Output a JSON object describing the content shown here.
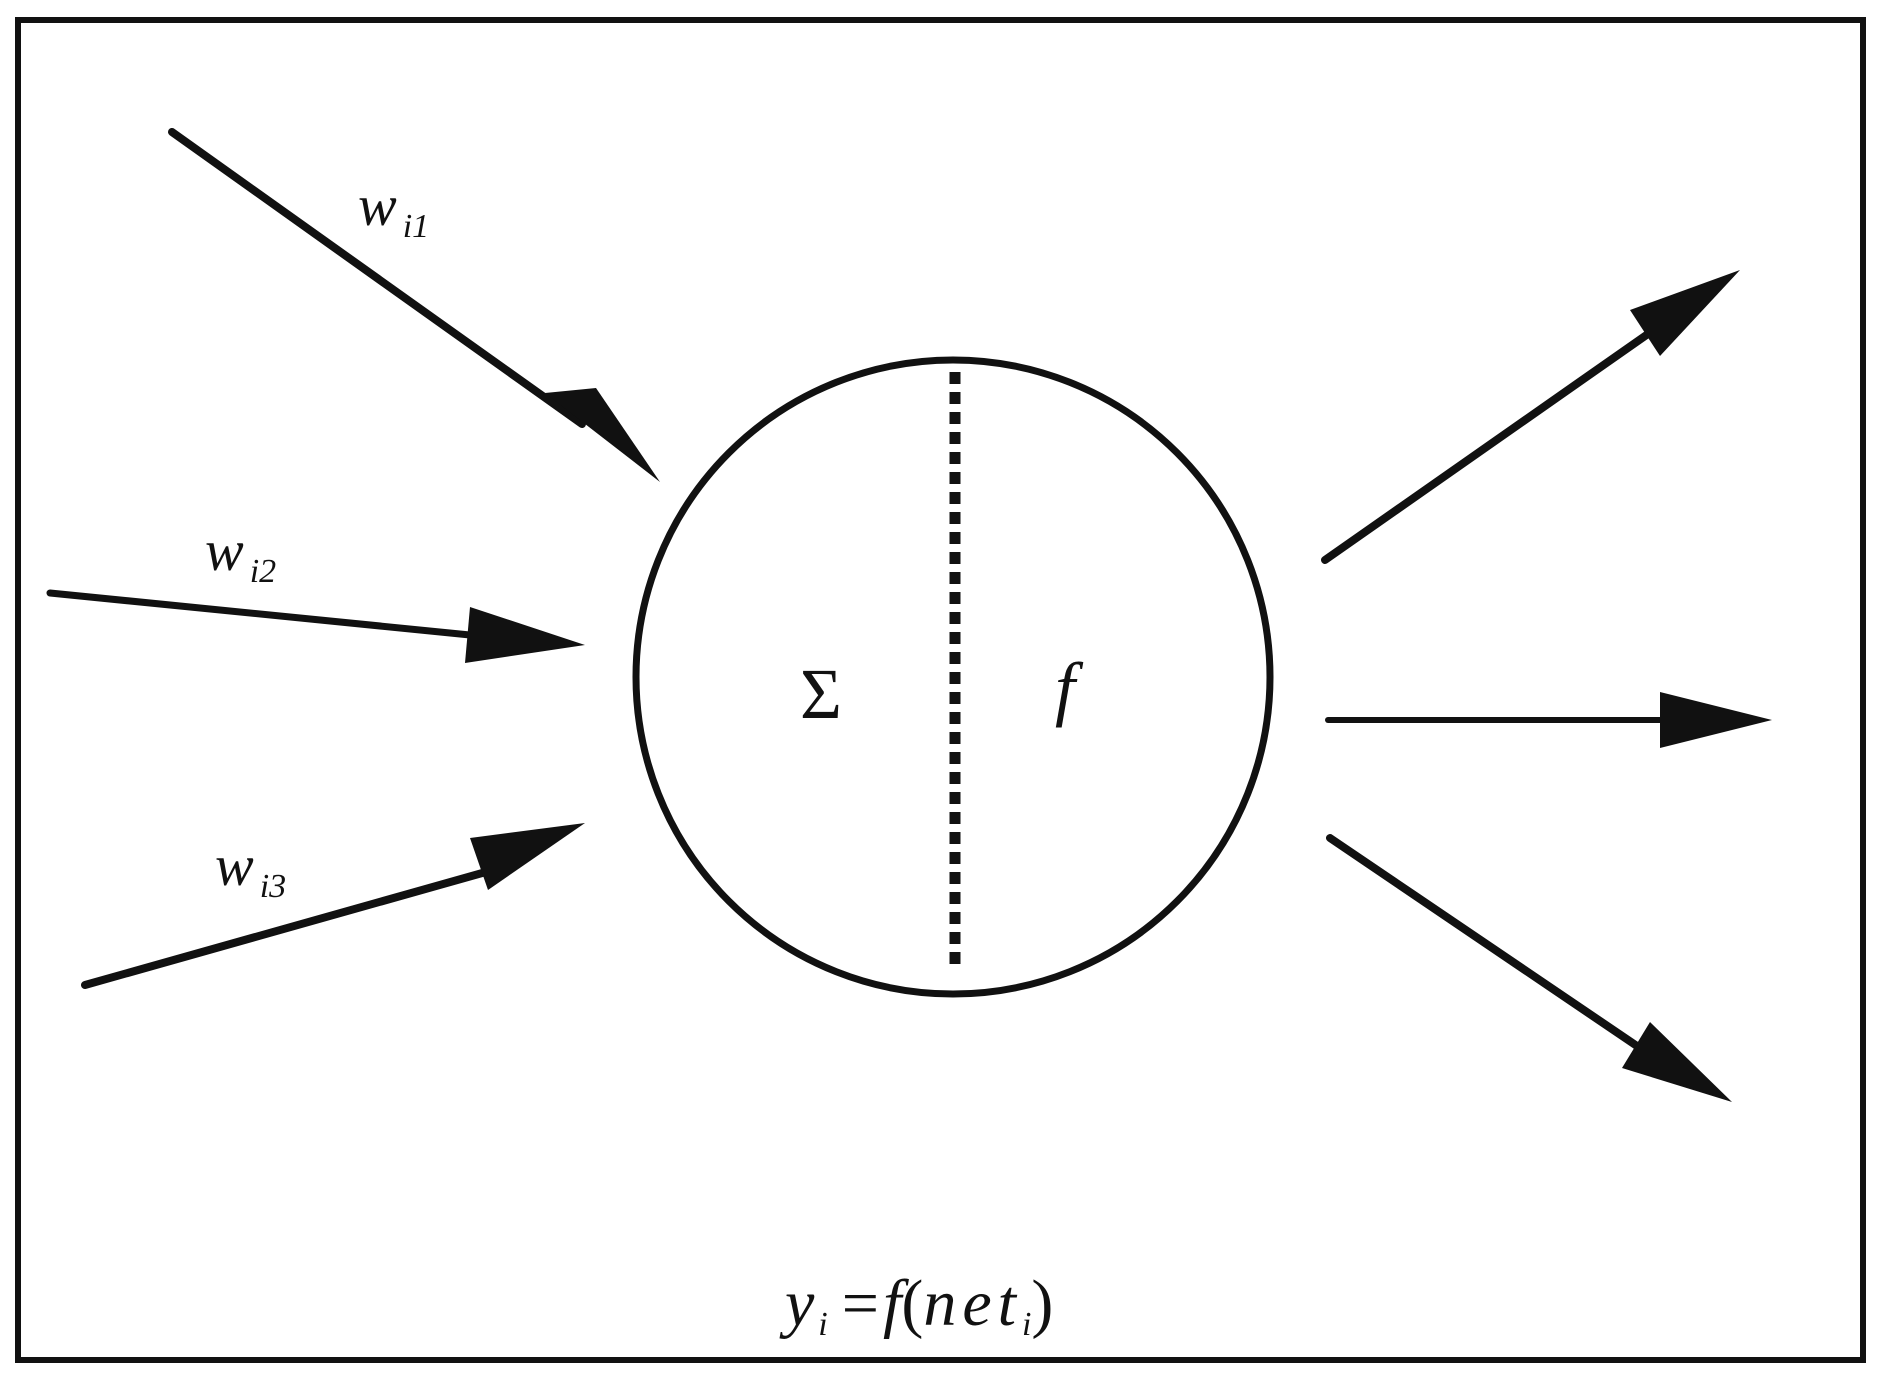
{
  "diagram": {
    "inputs": [
      {
        "weight_symbol": "w",
        "weight_sub": "i1"
      },
      {
        "weight_symbol": "w",
        "weight_sub": "i2"
      },
      {
        "weight_symbol": "w",
        "weight_sub": "i3"
      }
    ],
    "neuron": {
      "sum_symbol": "Σ",
      "activation_symbol": "f"
    },
    "formula": {
      "lhs": "y",
      "lhs_sub": "i",
      "eq": "=",
      "fn": "f",
      "open": "(",
      "arg": "net",
      "arg_sub": "i",
      "close": ")"
    },
    "colors": {
      "stroke": "#111111",
      "background": "#ffffff"
    }
  }
}
